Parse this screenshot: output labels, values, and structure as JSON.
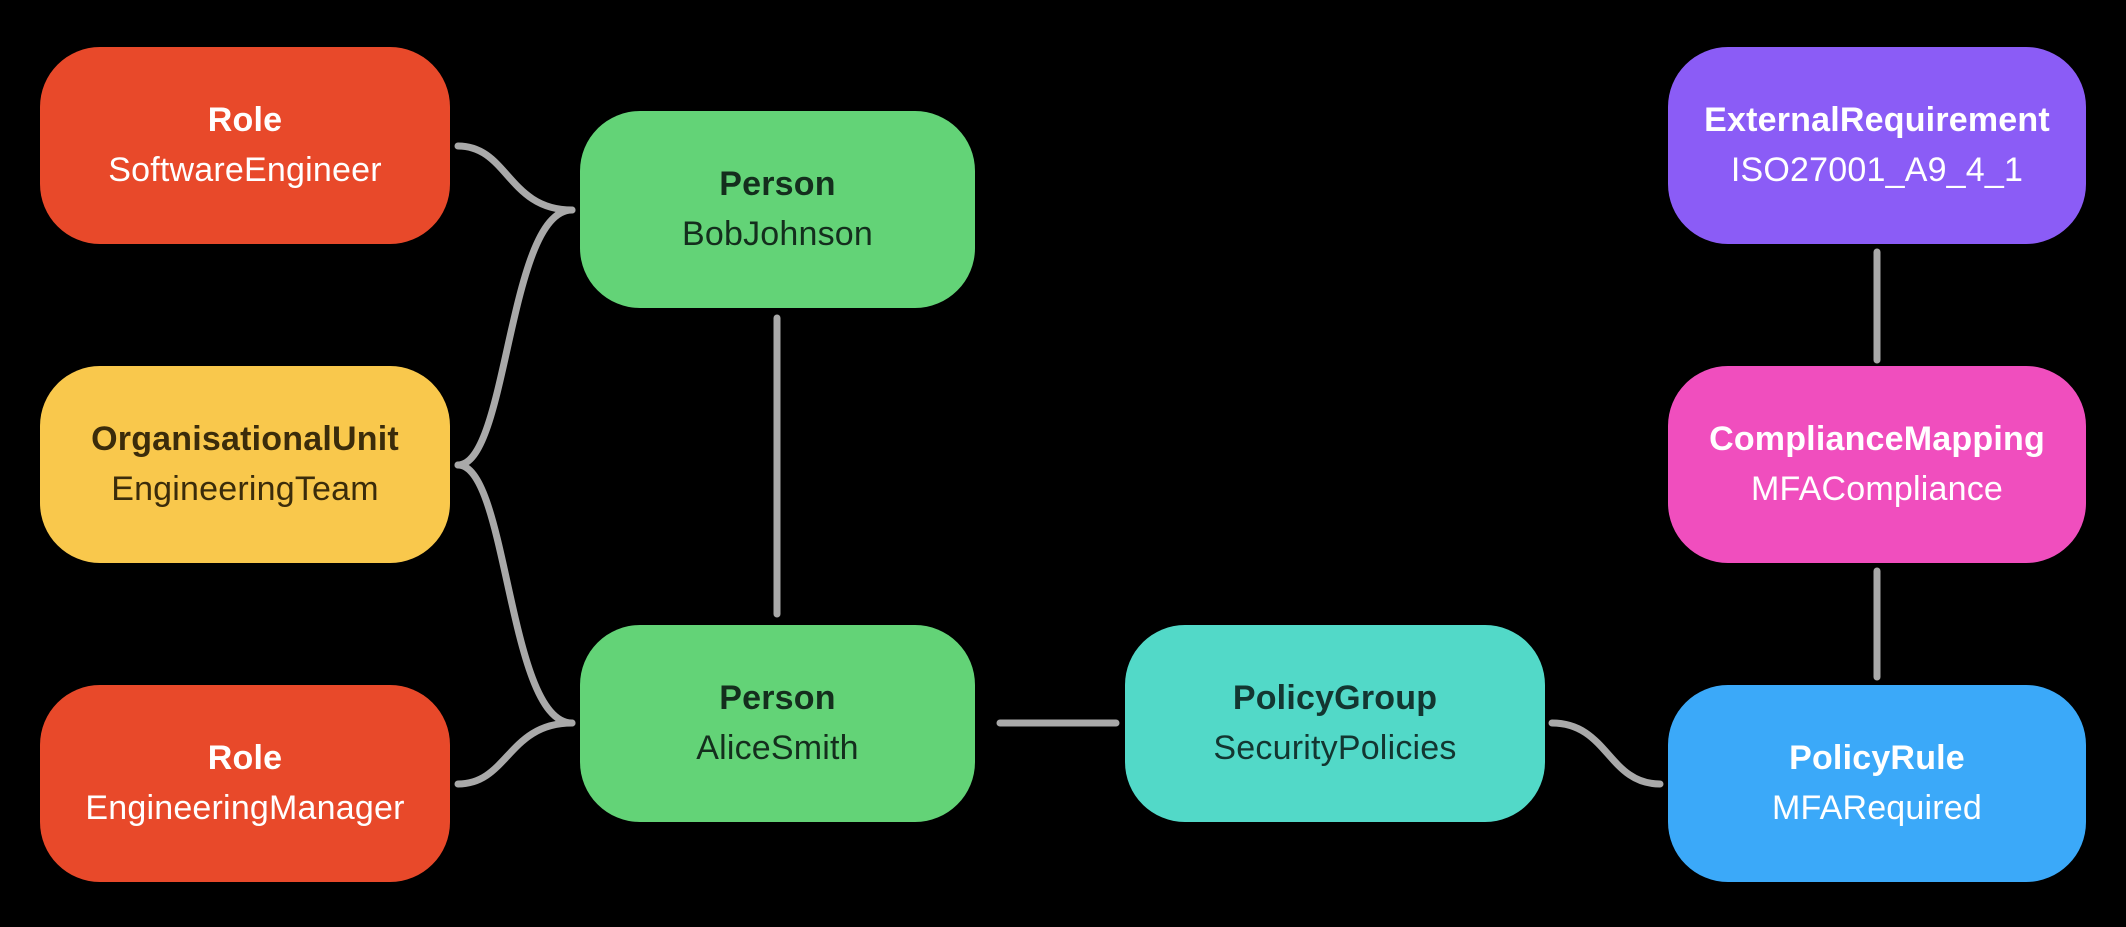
{
  "diagram": {
    "background_color": "#000000",
    "edge_color": "#A9A9A9"
  },
  "nodes": [
    {
      "id": "role-software-engineer",
      "type": "Role",
      "label": "SoftwareEngineer",
      "fill": "#E8492A",
      "text_color": "#FFFFFF"
    },
    {
      "id": "person-bob-johnson",
      "type": "Person",
      "label": "BobJohnson",
      "fill": "#63D377",
      "text_color": "#142E1D"
    },
    {
      "id": "organisational-unit",
      "type": "OrganisationalUnit",
      "label": "EngineeringTeam",
      "fill": "#F9C84C",
      "text_color": "#3B2C0B"
    },
    {
      "id": "person-alice-smith",
      "type": "Person",
      "label": "AliceSmith",
      "fill": "#63D377",
      "text_color": "#142E1D"
    },
    {
      "id": "role-engineering-manager",
      "type": "Role",
      "label": "EngineeringManager",
      "fill": "#E8492A",
      "text_color": "#FFFFFF"
    },
    {
      "id": "policy-group",
      "type": "PolicyGroup",
      "label": "SecurityPolicies",
      "fill": "#52D9C8",
      "text_color": "#133631"
    },
    {
      "id": "external-requirement",
      "type": "ExternalRequirement",
      "label": "ISO27001_A9_4_1",
      "fill": "#8B5CF6",
      "text_color": "#FFFFFF"
    },
    {
      "id": "compliance-mapping",
      "type": "ComplianceMapping",
      "label": "MFACompliance",
      "fill": "#F04EBE",
      "text_color": "#FFFFFF"
    },
    {
      "id": "policy-rule",
      "type": "PolicyRule",
      "label": "MFARequired",
      "fill": "#3BA9F9",
      "text_color": "#FFFFFF"
    }
  ],
  "edges": [
    {
      "from": "role-software-engineer",
      "to": "person-bob-johnson"
    },
    {
      "from": "organisational-unit",
      "to": "person-bob-johnson"
    },
    {
      "from": "organisational-unit",
      "to": "person-alice-smith"
    },
    {
      "from": "role-engineering-manager",
      "to": "person-alice-smith"
    },
    {
      "from": "person-bob-johnson",
      "to": "person-alice-smith"
    },
    {
      "from": "person-alice-smith",
      "to": "policy-group"
    },
    {
      "from": "policy-group",
      "to": "policy-rule"
    },
    {
      "from": "external-requirement",
      "to": "compliance-mapping"
    },
    {
      "from": "compliance-mapping",
      "to": "policy-rule"
    }
  ]
}
